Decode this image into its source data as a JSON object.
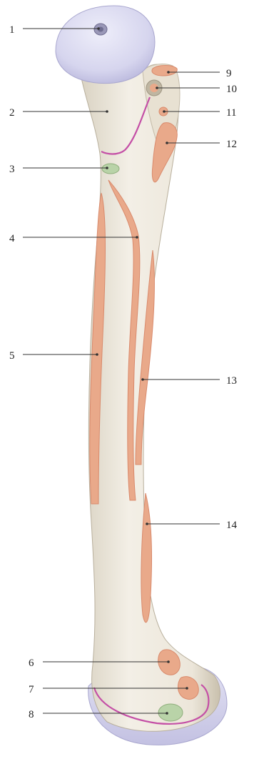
{
  "diagram": {
    "labels": [
      {
        "id": "1",
        "text": "1"
      },
      {
        "id": "2",
        "text": "2"
      },
      {
        "id": "3",
        "text": "3"
      },
      {
        "id": "4",
        "text": "4"
      },
      {
        "id": "5",
        "text": "5"
      },
      {
        "id": "6",
        "text": "6"
      },
      {
        "id": "7",
        "text": "7"
      },
      {
        "id": "8",
        "text": "8"
      },
      {
        "id": "9",
        "text": "9"
      },
      {
        "id": "10",
        "text": "10"
      },
      {
        "id": "11",
        "text": "11"
      },
      {
        "id": "12",
        "text": "12"
      },
      {
        "id": "13",
        "text": "13"
      },
      {
        "id": "14",
        "text": "14"
      }
    ],
    "colors": {
      "bone": "#efeadf",
      "bone_shadow": "#c9c1b0",
      "articular_cartilage": "#d4d3ee",
      "muscle_origin": "#e9a98a",
      "muscle_insertion_outline": "#d98a6c",
      "ligament_green": "#b9d3a8",
      "epiphyseal_line": "#c44fa6"
    }
  }
}
